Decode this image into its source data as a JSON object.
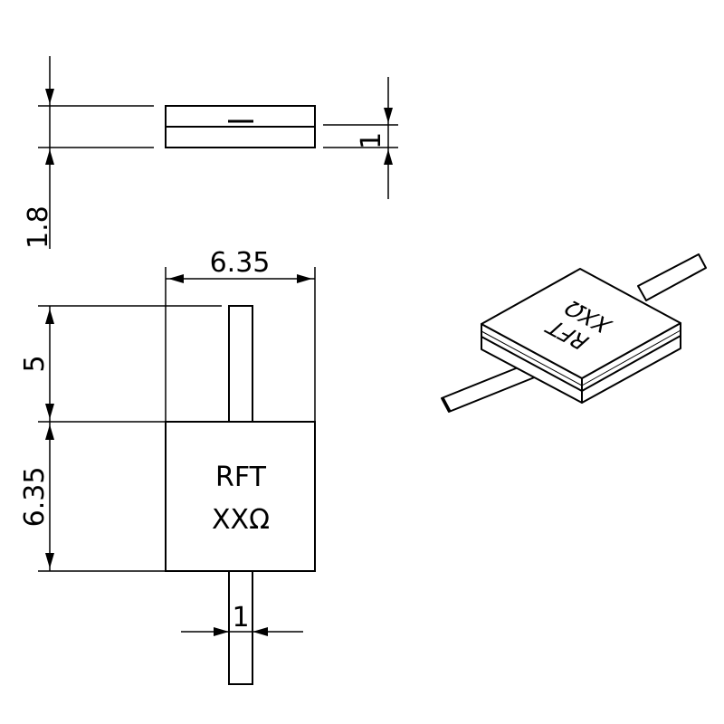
{
  "dimensions": {
    "side_height_left": "1.8",
    "side_thickness_right": "1",
    "body_width": "6.35",
    "lead_length": "5",
    "body_height": "6.35",
    "lead_width": "1"
  },
  "component": {
    "marking_line1": "RFT",
    "marking_line2": "XXΩ"
  },
  "colors": {
    "stroke": "#000000",
    "background": "#ffffff"
  }
}
